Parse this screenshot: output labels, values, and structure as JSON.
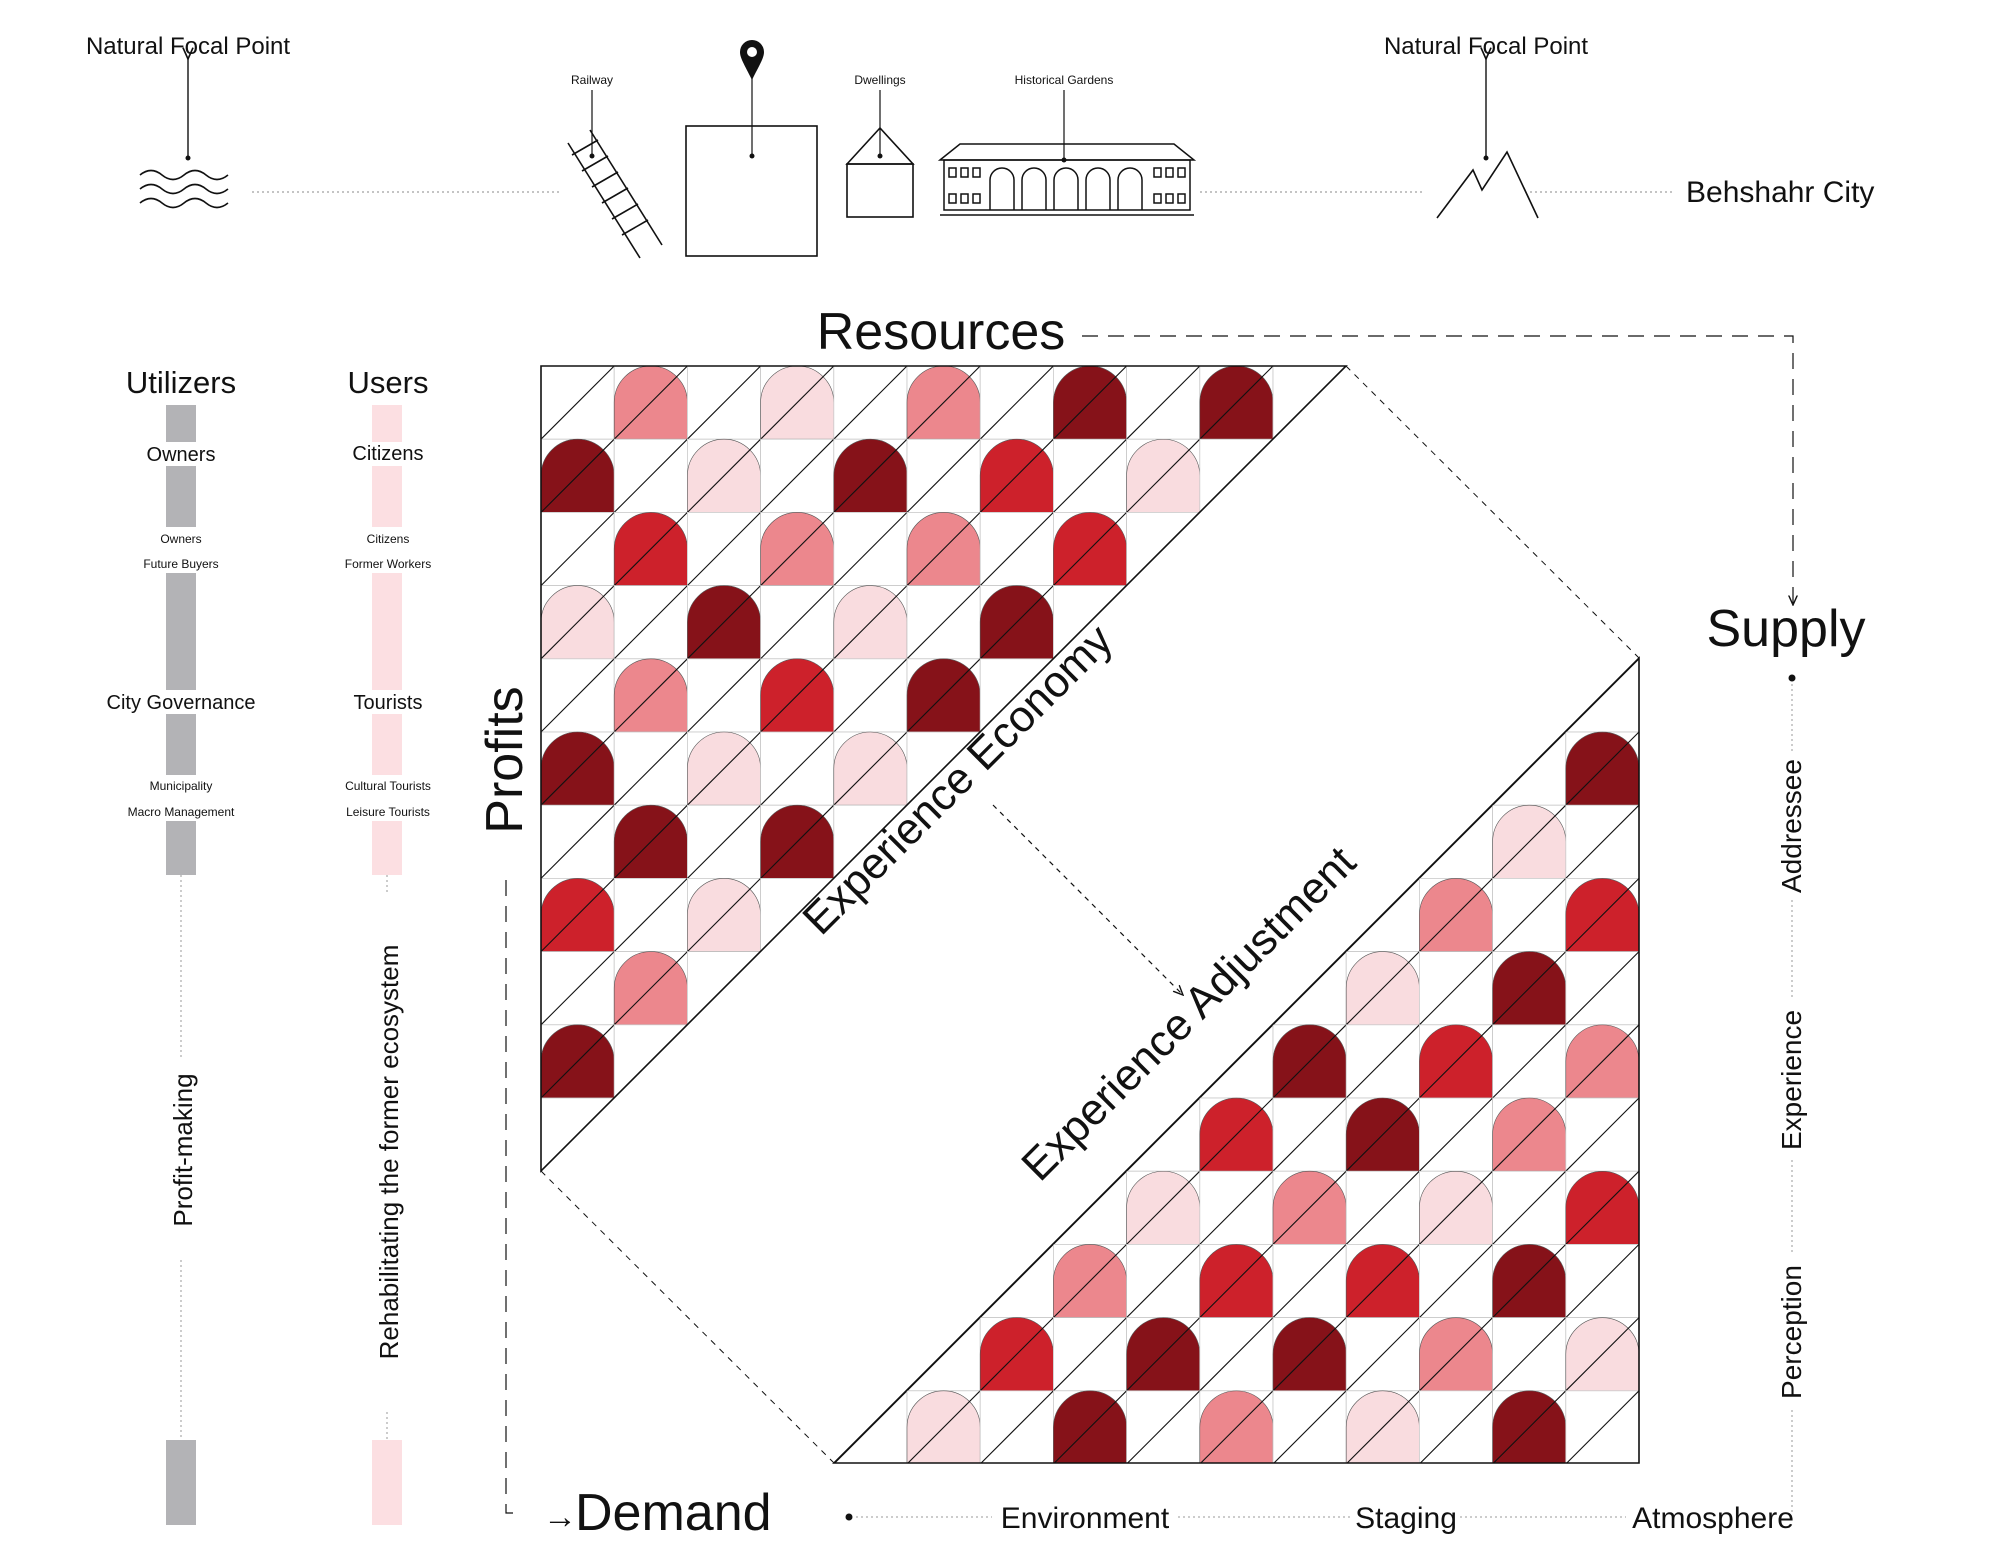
{
  "colors": {
    "light": "#f9dcdf",
    "medium": "#ec878d",
    "bright": "#cd212b",
    "dark": "#861219",
    "bar_gray": "#b3b3b6",
    "bar_pink": "#fcdfe2"
  },
  "top_strip": {
    "left_focal_label": "Natural Focal Point",
    "right_focal_label": "Natural Focal Point",
    "railway_label": "Railway",
    "dwellings_label": "Dwellings",
    "gardens_label": "Historical Gardens",
    "city_label": "Behshahr City",
    "icons": [
      "water-waves-icon",
      "railway-track-icon",
      "location-pin-icon",
      "dwelling-icon",
      "historical-garden-building-icon",
      "mountain-icon"
    ]
  },
  "utilizers": {
    "title": "Utilizers",
    "group1": "Owners",
    "group1_sub": [
      "Owners",
      "Future Buyers"
    ],
    "group2": "City Governance",
    "group2_sub": [
      "Municipality",
      "Macro Management"
    ],
    "axis_label": "Profit-making"
  },
  "users": {
    "title": "Users",
    "group1": "Citizens",
    "group1_sub": [
      "Citizens",
      "Former Workers"
    ],
    "group2": "Tourists",
    "group2_sub": [
      "Cultural Tourists",
      "Leisure Tourists"
    ],
    "axis_label": "Rehabilitating the former ecosystem"
  },
  "diagram": {
    "resources": "Resources",
    "profits": "Profits",
    "demand_arrow": "→",
    "demand": "Demand",
    "supply": "Supply",
    "economy": "Experience Economy",
    "adjustment": "Experience Adjustment",
    "right_axis": [
      "Addressee",
      "Experience",
      "Perception"
    ],
    "bottom_axis": [
      "Environment",
      "Staging",
      "Atmosphere"
    ]
  },
  "grid": {
    "cols": 15,
    "rows": 15,
    "upper_tiles": [
      [
        0,
        1,
        "medium"
      ],
      [
        0,
        3,
        "light"
      ],
      [
        0,
        5,
        "medium"
      ],
      [
        0,
        7,
        "dark"
      ],
      [
        0,
        9,
        "dark"
      ],
      [
        1,
        0,
        "dark"
      ],
      [
        1,
        2,
        "light"
      ],
      [
        1,
        4,
        "dark"
      ],
      [
        1,
        6,
        "bright"
      ],
      [
        1,
        8,
        "light"
      ],
      [
        2,
        1,
        "bright"
      ],
      [
        2,
        3,
        "medium"
      ],
      [
        2,
        5,
        "medium"
      ],
      [
        2,
        7,
        "bright"
      ],
      [
        3,
        0,
        "light"
      ],
      [
        3,
        2,
        "dark"
      ],
      [
        3,
        4,
        "light"
      ],
      [
        3,
        6,
        "dark"
      ],
      [
        4,
        1,
        "medium"
      ],
      [
        4,
        3,
        "bright"
      ],
      [
        4,
        5,
        "dark"
      ],
      [
        5,
        0,
        "dark"
      ],
      [
        5,
        2,
        "light"
      ],
      [
        5,
        4,
        "light"
      ],
      [
        6,
        1,
        "dark"
      ],
      [
        6,
        3,
        "dark"
      ],
      [
        7,
        0,
        "bright"
      ],
      [
        7,
        2,
        "light"
      ],
      [
        8,
        1,
        "medium"
      ],
      [
        9,
        0,
        "dark"
      ]
    ],
    "lower_tiles": [
      [
        5,
        14,
        "dark"
      ],
      [
        6,
        13,
        "light"
      ],
      [
        7,
        12,
        "medium"
      ],
      [
        7,
        14,
        "bright"
      ],
      [
        8,
        11,
        "light"
      ],
      [
        8,
        13,
        "dark"
      ],
      [
        9,
        10,
        "dark"
      ],
      [
        9,
        12,
        "bright"
      ],
      [
        9,
        14,
        "medium"
      ],
      [
        10,
        9,
        "bright"
      ],
      [
        10,
        11,
        "dark"
      ],
      [
        10,
        13,
        "medium"
      ],
      [
        11,
        8,
        "light"
      ],
      [
        11,
        10,
        "medium"
      ],
      [
        11,
        12,
        "light"
      ],
      [
        11,
        14,
        "bright"
      ],
      [
        12,
        7,
        "medium"
      ],
      [
        12,
        9,
        "bright"
      ],
      [
        12,
        11,
        "bright"
      ],
      [
        12,
        13,
        "dark"
      ],
      [
        13,
        6,
        "bright"
      ],
      [
        13,
        8,
        "dark"
      ],
      [
        13,
        10,
        "dark"
      ],
      [
        13,
        12,
        "medium"
      ],
      [
        13,
        14,
        "light"
      ],
      [
        14,
        5,
        "light"
      ],
      [
        14,
        7,
        "dark"
      ],
      [
        14,
        9,
        "medium"
      ],
      [
        14,
        11,
        "light"
      ],
      [
        14,
        13,
        "dark"
      ]
    ]
  }
}
